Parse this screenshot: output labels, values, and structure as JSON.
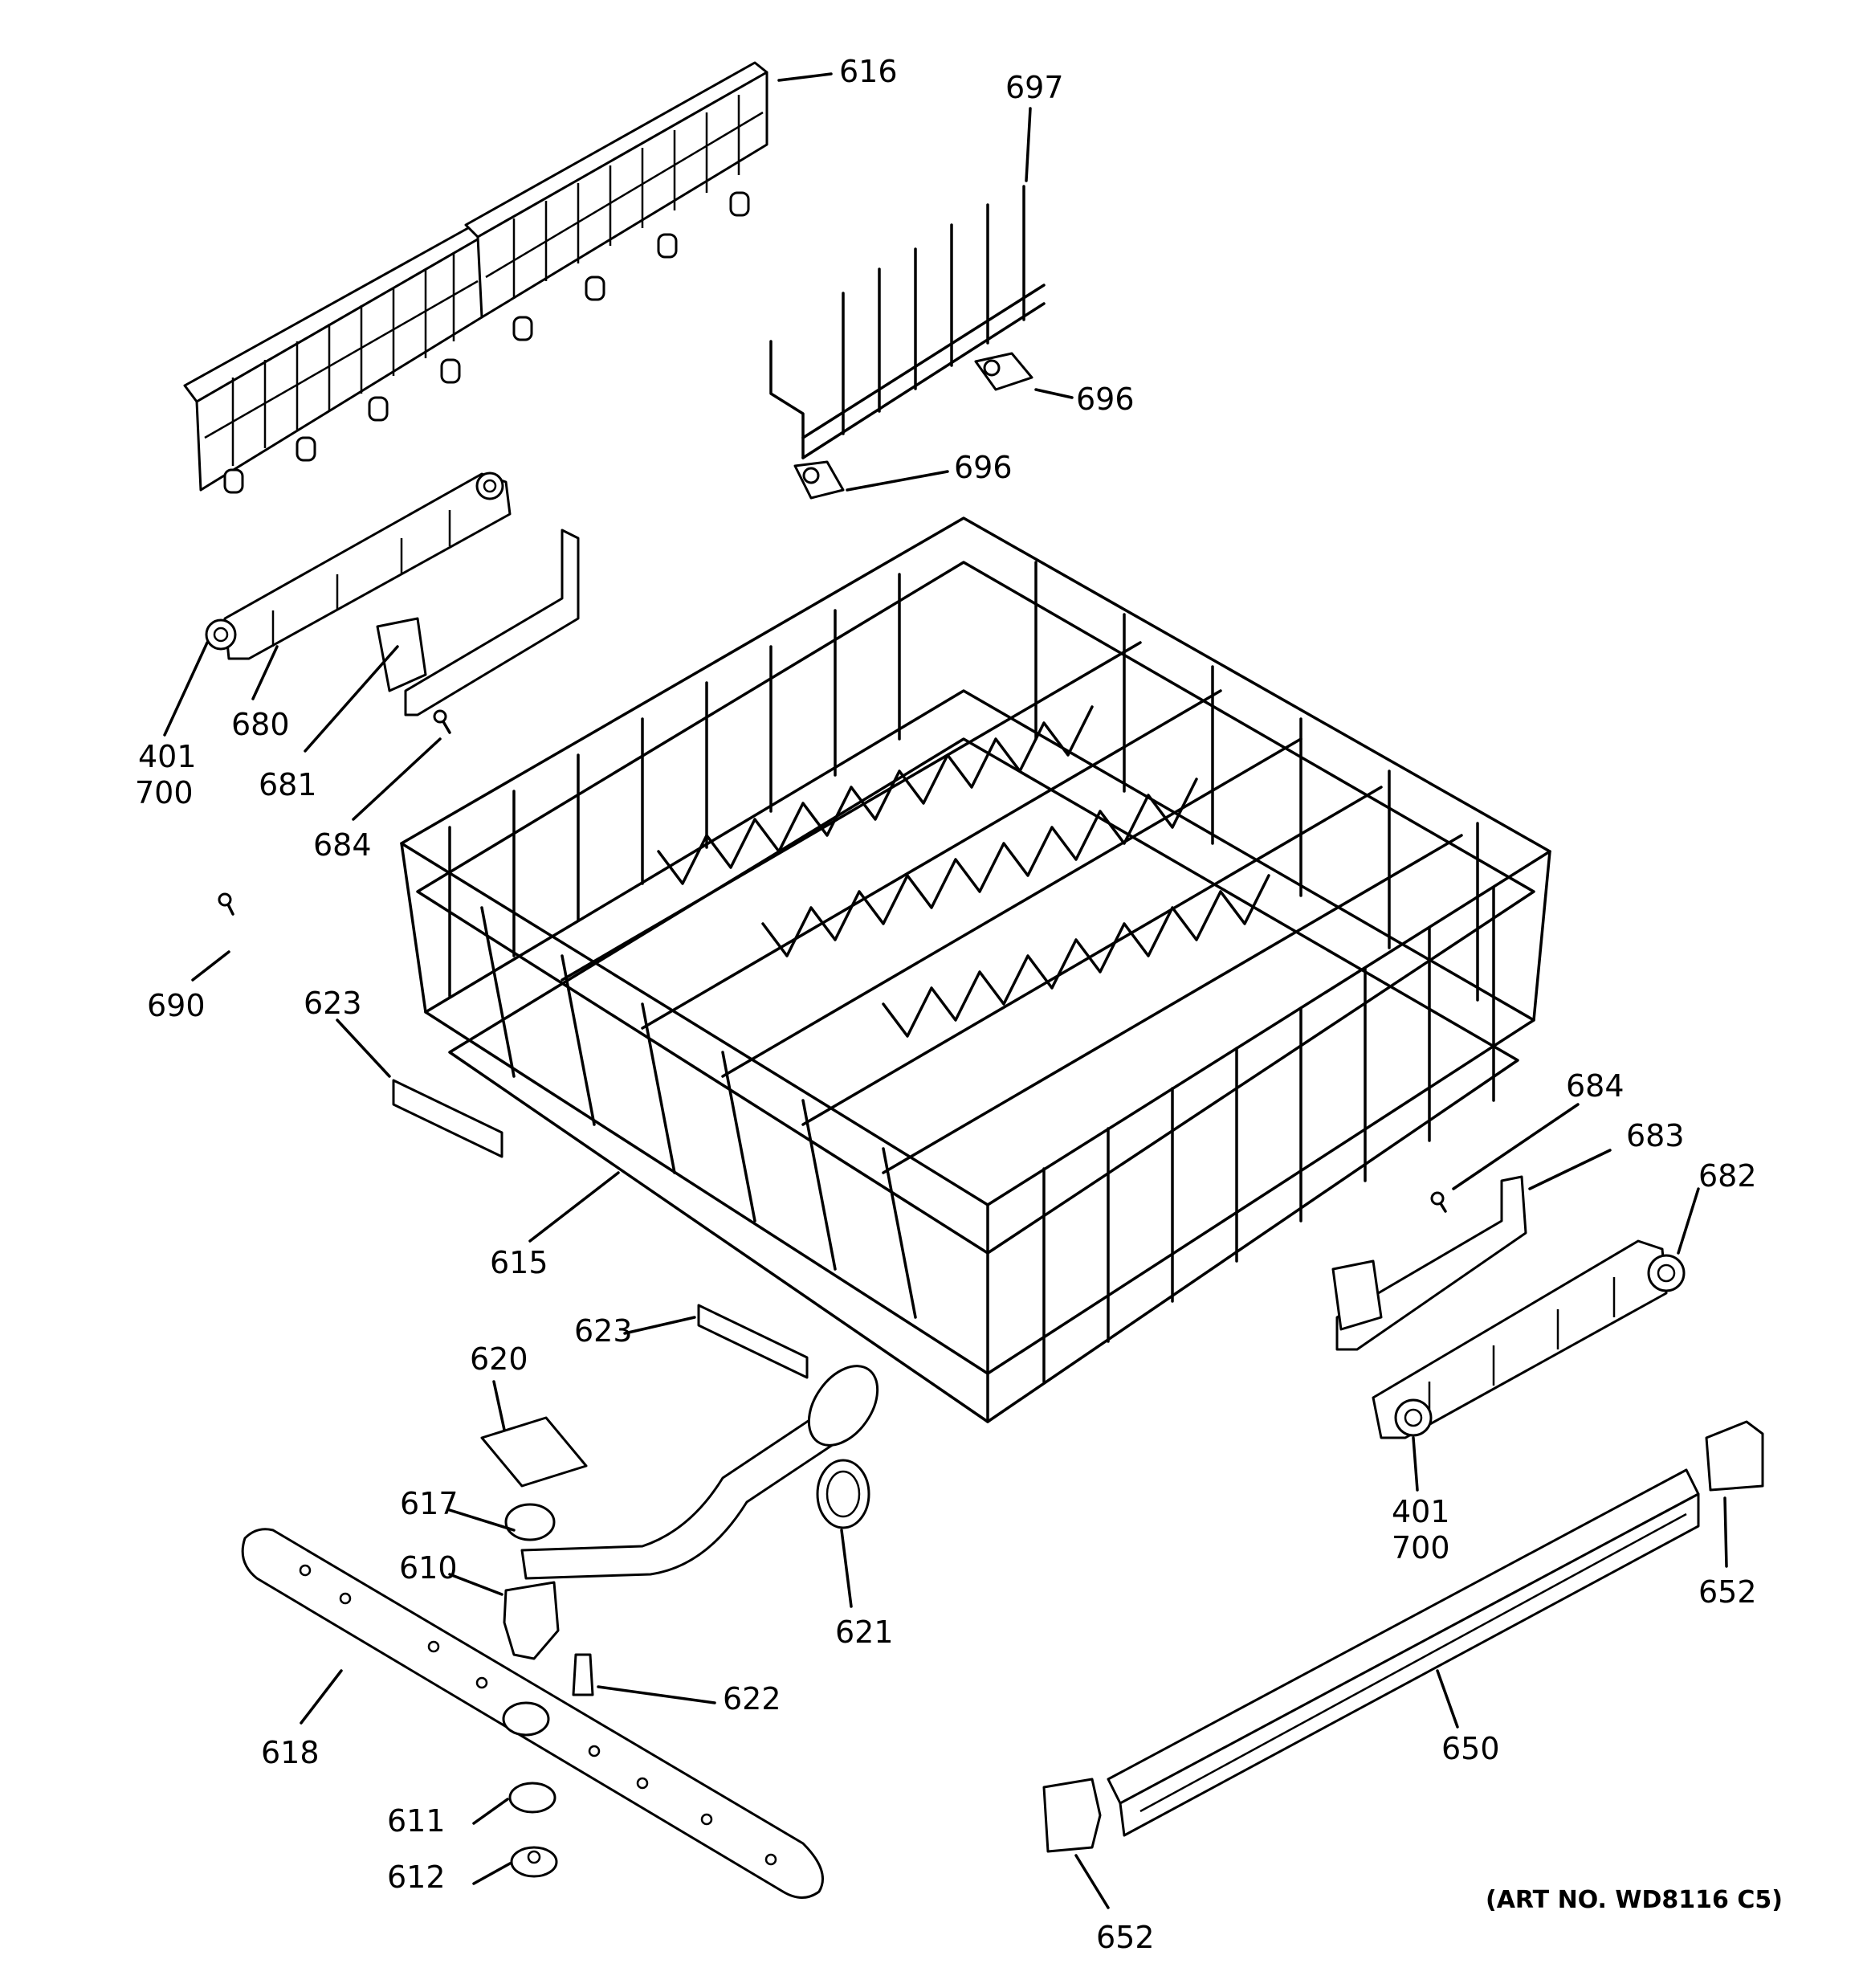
{
  "diagram": {
    "art_number": "(ART NO. WD8116 C5)",
    "callouts": {
      "c616": "616",
      "c697": "697",
      "c696a": "696",
      "c696b": "696",
      "c401a": "401",
      "c700a": "700",
      "c680": "680",
      "c681": "681",
      "c684a": "684",
      "c690": "690",
      "c623a": "623",
      "c615": "615",
      "c623b": "623",
      "c684b": "684",
      "c683": "683",
      "c682": "682",
      "c620": "620",
      "c401b": "401",
      "c700b": "700",
      "c617": "617",
      "c610": "610",
      "c621": "621",
      "c652a": "652",
      "c622": "622",
      "c618": "618",
      "c650": "650",
      "c611": "611",
      "c612": "612",
      "c652b": "652"
    }
  }
}
